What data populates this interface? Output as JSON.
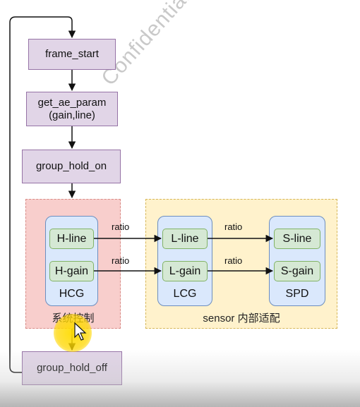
{
  "watermark": "Confidential -Under",
  "flow": {
    "frame_start": "frame_start",
    "get_ae_param": "get_ae_param\n(gain,line)",
    "group_hold_on": "group_hold_on",
    "group_hold_off": "group_hold_off"
  },
  "system_region": {
    "label": "系统控制",
    "hcg": {
      "title": "HCG",
      "line": "H-line",
      "gain": "H-gain"
    }
  },
  "sensor_region": {
    "label": "sensor 内部适配",
    "lcg": {
      "title": "LCG",
      "line": "L-line",
      "gain": "L-gain"
    },
    "spd": {
      "title": "SPD",
      "line": "S-line",
      "gain": "S-gain"
    }
  },
  "edges": {
    "h_to_l_line": "ratio",
    "h_to_l_gain": "ratio",
    "l_to_s_line": "ratio",
    "l_to_s_gain": "ratio"
  },
  "colors": {
    "flow_fill": "#e1d5e7",
    "system_fill": "#f8cecc",
    "sensor_fill": "#fff2cc",
    "group_fill": "#dae8fc",
    "chip_fill": "#d5e8d4",
    "cursor_highlight": "#ffd700"
  }
}
